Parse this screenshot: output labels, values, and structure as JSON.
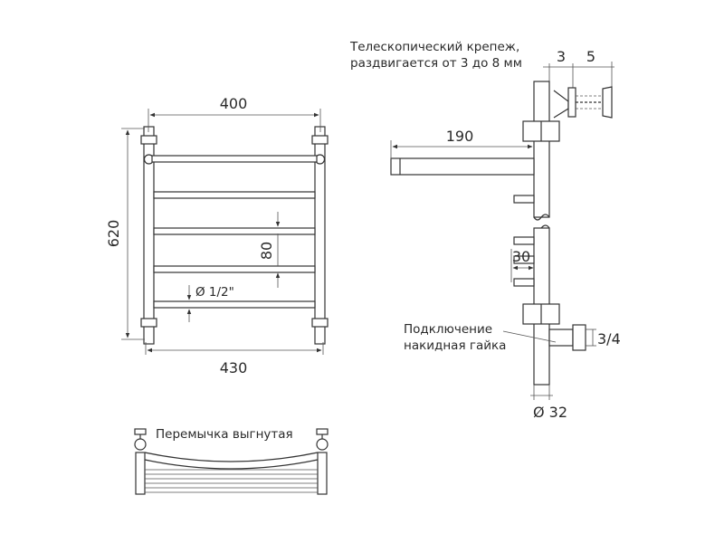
{
  "front_view": {
    "dim_width_top": "400",
    "dim_height": "620",
    "dim_step": "80",
    "dim_pipe": "Ø 1/2\"",
    "dim_width_bottom": "430"
  },
  "side_view": {
    "mount_note_line1": "Телескопический крепеж,",
    "mount_note_line2": "раздвигается от 3 до 8 мм",
    "dim_3": "3",
    "dim_5": "5",
    "dim_190": "190",
    "dim_30": "30",
    "connection_line1": "Подключение",
    "connection_line2": "накидная гайка",
    "dim_thread": "3/4",
    "dim_diameter": "Ø 32"
  },
  "top_view": {
    "jumper_label": "Перемычка выгнутая"
  },
  "colors": {
    "line": "#333333",
    "background": "#ffffff"
  }
}
